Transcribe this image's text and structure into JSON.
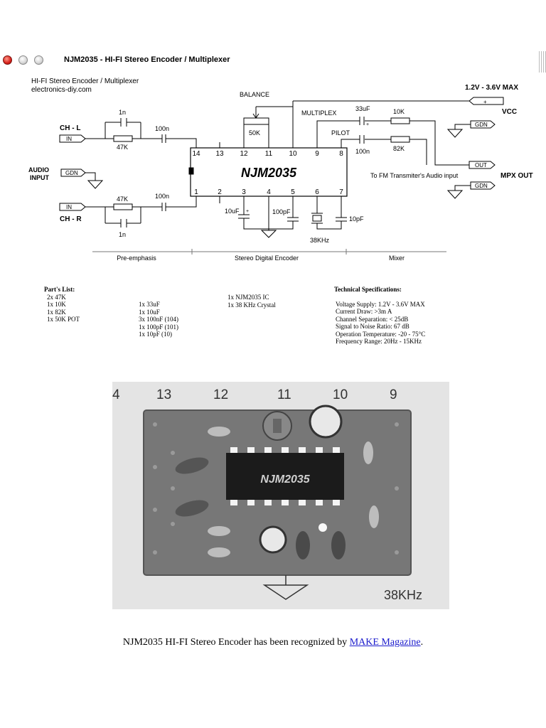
{
  "window": {
    "title": "NJM2035 - HI-FI Stereo Encoder / Multiplexer"
  },
  "schematic": {
    "subtitle": "HI-FI Stereo Encoder  / Multiplexer",
    "site": "electronics-diy.com",
    "chip": "NJM2035",
    "pins_top": [
      "14",
      "13",
      "12",
      "11",
      "10",
      "9",
      "8"
    ],
    "pins_bottom": [
      "1",
      "2",
      "3",
      "4",
      "5",
      "6",
      "7"
    ],
    "labels": {
      "balance": "BALANCE",
      "multiplex": "MULTIPLEX",
      "pilot": "PILOT",
      "supply": "1.2V - 3.6V MAX",
      "vcc": "VCC",
      "mpx_out": "MPX OUT",
      "to_fm": "To FM Transmiter's Audio input",
      "ch_l": "CH - L",
      "ch_r": "CH - R",
      "audio_input_1": "AUDIO",
      "audio_input_2": "INPUT",
      "in": "IN",
      "gdn": "GDN",
      "plus": "+",
      "out": "OUT",
      "xtal": "38KHz"
    },
    "components": {
      "c_1n_top": "1n",
      "r_47k_top": "47K",
      "c_100n_top": "100n",
      "c_100n_bot": "100n",
      "r_47k_bot": "47K",
      "c_1n_bot": "1n",
      "pot": "50K",
      "c_33uf": "33uF",
      "r_10k": "10K",
      "c_100n_pilot": "100n",
      "r_82k": "82K",
      "c_10uf": "10uF",
      "c_100pf": "100pF",
      "c_10pf": "10pF"
    },
    "sections": [
      "Pre-emphasis",
      "Stereo Digital Encoder",
      "Mixer"
    ]
  },
  "parts_list": {
    "title": "Part's List:",
    "col1": [
      "2x 47K",
      "1x 10K",
      "1x 82K",
      "1x 50K POT"
    ],
    "col2": [
      "1x 33uF",
      "1x 10uF",
      "3x 100nF (104)",
      "1x 100pF (101)",
      "1x 10pF (10)"
    ],
    "col3": [
      "1x NJM2035 IC",
      "1x 38 KHz Crystal"
    ]
  },
  "specs": {
    "title": "Technical Specifications:",
    "items": [
      "Voltage Supply: 1.2V - 3.6V MAX",
      "Current Draw: >3m A",
      "Channel Separation: < 25dB",
      "Signal to Noise Ratio: 67 dB",
      "Operation Temperature: -20 - 75°C",
      "Frequency Range: 20Hz - 15KHz"
    ]
  },
  "photo": {
    "pin_numbers": [
      "4",
      "13",
      "12",
      "11",
      "10",
      "9"
    ],
    "chip_label": "NJM2035",
    "xtal_label": "38KHz"
  },
  "footer": {
    "text": "NJM2035 HI-FI Stereo Encoder has been recognized by ",
    "link": "MAKE Magazine",
    "end": "."
  }
}
